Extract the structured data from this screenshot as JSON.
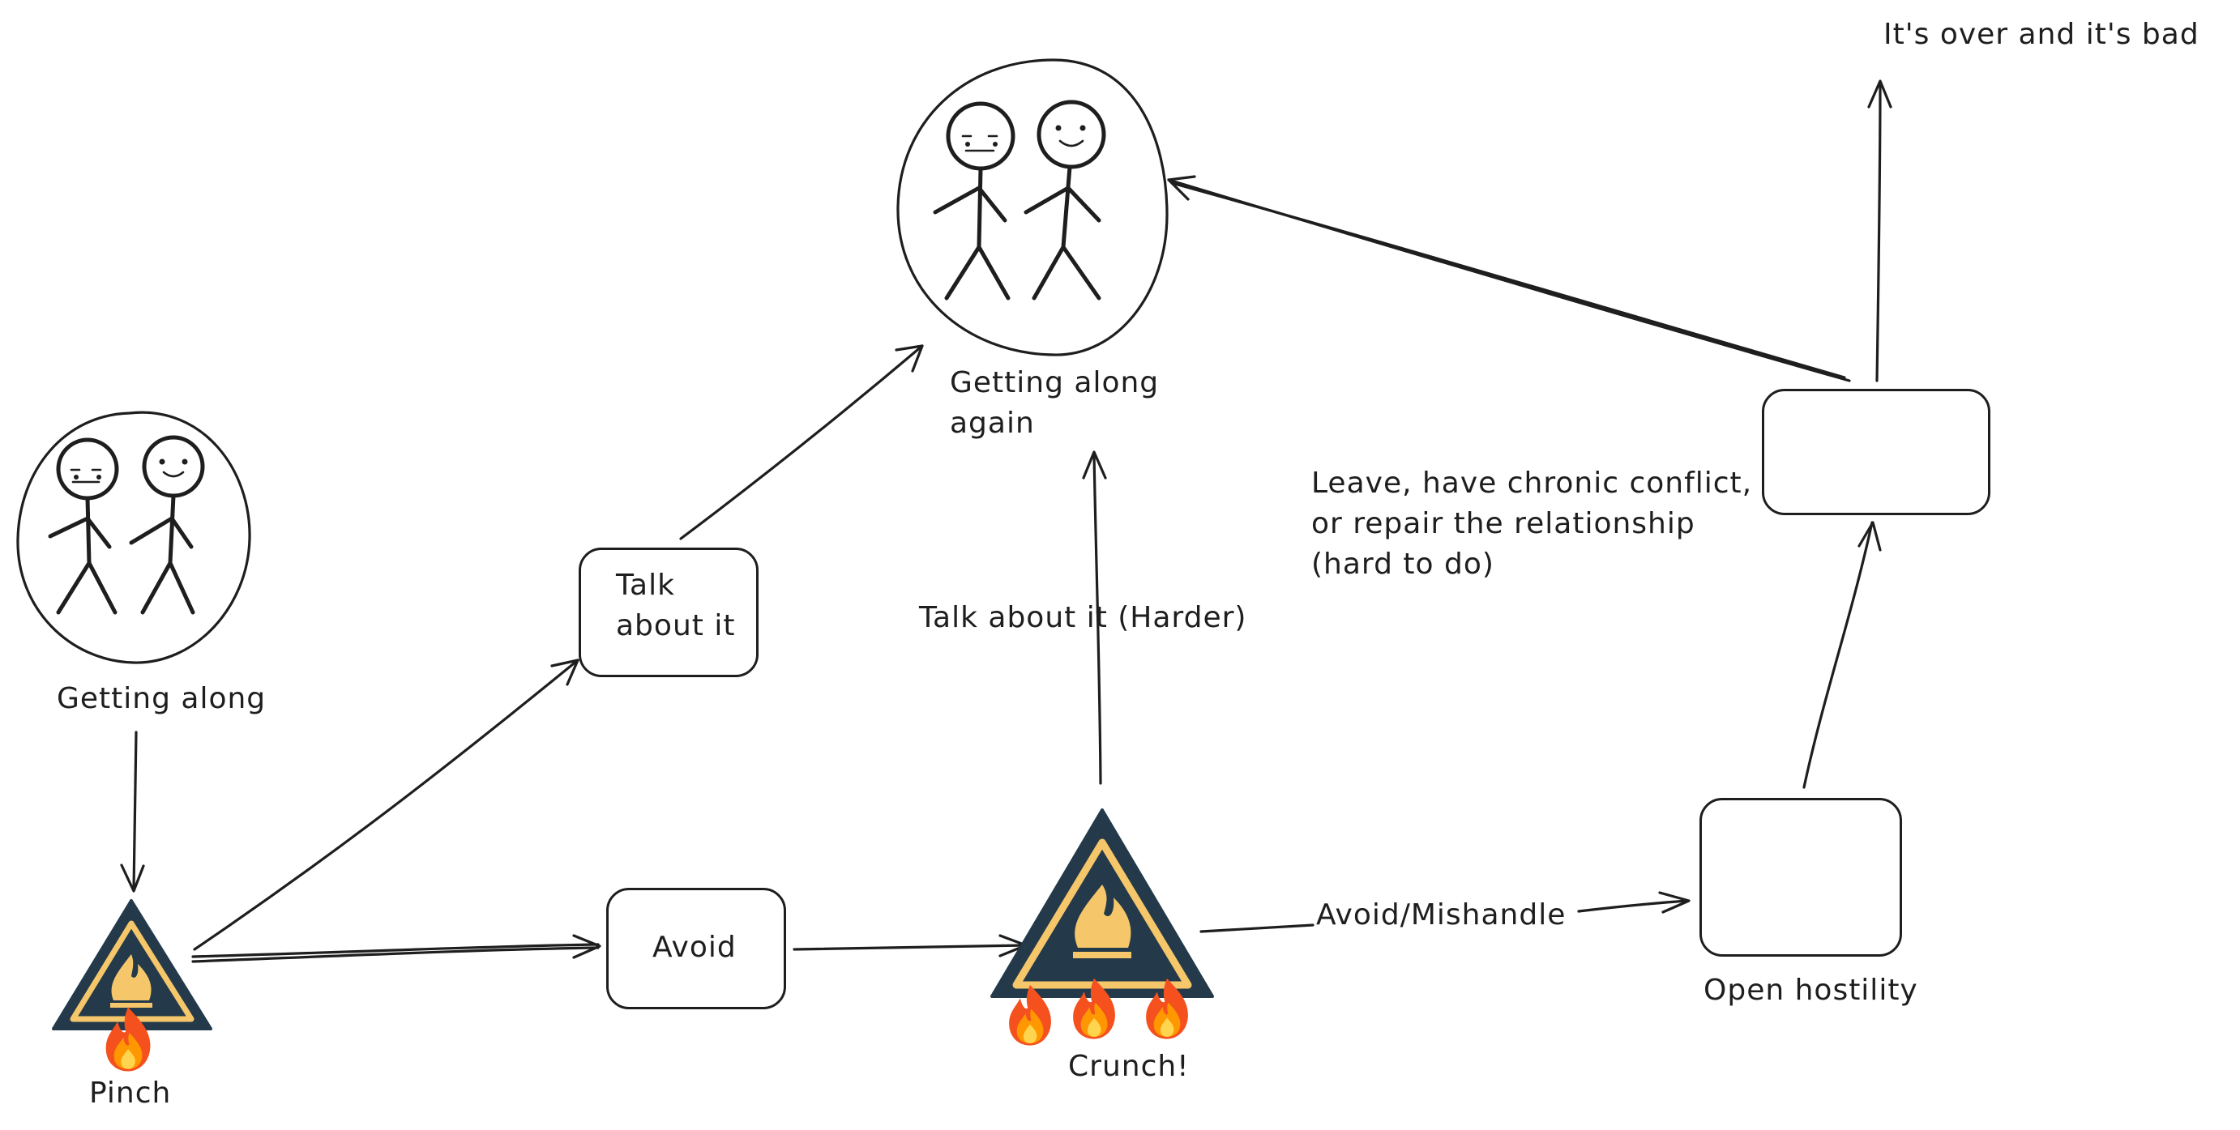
{
  "nodes": {
    "getting_along": {
      "label": "Getting along"
    },
    "pinch": {
      "label": "Pinch"
    },
    "talk_about_it": {
      "label": "Talk\nabout it"
    },
    "avoid": {
      "label": "Avoid"
    },
    "crunch": {
      "label": "Crunch!"
    },
    "getting_along_again": {
      "label": "Getting along\nagain"
    },
    "talk_about_it_harder": {
      "label": "Talk about it (Harder)"
    },
    "avoid_mishandle": {
      "label": "Avoid/Mishandle"
    },
    "open_hostility": {
      "label": "Open hostility"
    },
    "choice_box": {
      "label": ""
    },
    "choice_note": {
      "label": "Leave, have chronic conflict,\nor repair the relationship\n(hard to do)"
    },
    "its_over": {
      "label": "It's over and it's bad"
    }
  },
  "colors": {
    "ink": "#1e1e1e",
    "sign_fill": "#243a4a",
    "sign_accent": "#f5c76a",
    "flame_outer": "#f4511e",
    "flame_mid": "#ff9800",
    "flame_inner": "#ffd54f"
  },
  "icons": [
    "stick-figure-pair-icon",
    "flammable-warning-sign-icon",
    "fire-emoji-icon"
  ]
}
